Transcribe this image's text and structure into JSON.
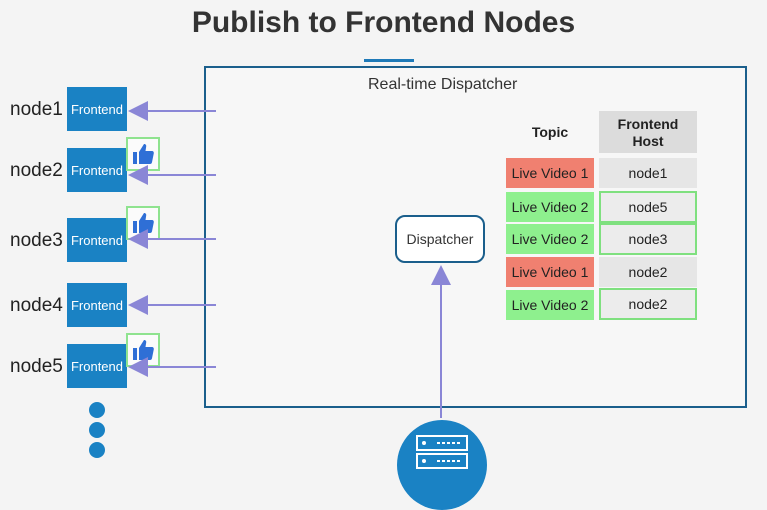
{
  "title": "Publish to Frontend Nodes",
  "box_label": "Real-time Dispatcher",
  "dispatcher_label": "Dispatcher",
  "nodes": [
    {
      "name": "node1",
      "frontend": "Frontend",
      "thumbs_up": false
    },
    {
      "name": "node2",
      "frontend": "Frontend",
      "thumbs_up": true
    },
    {
      "name": "node3",
      "frontend": "Frontend",
      "thumbs_up": true
    },
    {
      "name": "node4",
      "frontend": "Frontend",
      "thumbs_up": false
    },
    {
      "name": "node5",
      "frontend": "Frontend",
      "thumbs_up": true
    }
  ],
  "table": {
    "headers": {
      "topic": "Topic",
      "host_line1": "Frontend",
      "host_line2": "Host"
    },
    "rows": [
      {
        "topic": "Live Video 1",
        "host": "node1",
        "topic_color": "red",
        "highlighted": false
      },
      {
        "topic": "Live Video 2",
        "host": "node5",
        "topic_color": "green",
        "highlighted": true
      },
      {
        "topic": "Live Video 2",
        "host": "node3",
        "topic_color": "green",
        "highlighted": true
      },
      {
        "topic": "Live Video 1",
        "host": "node2",
        "topic_color": "red",
        "highlighted": false
      },
      {
        "topic": "Live Video 2",
        "host": "node2",
        "topic_color": "green",
        "highlighted": true
      }
    ]
  },
  "colors": {
    "frontend_blue": "#1a82c4",
    "border_dark_blue": "#1b5f8c",
    "arrow_purple": "#8a86d6",
    "topic_red": "#f08070",
    "topic_green": "#8ef08e"
  },
  "icons": {
    "thumbs_up": "thumbs-up-icon",
    "server": "server-icon",
    "more": "ellipsis-vertical-icon"
  }
}
